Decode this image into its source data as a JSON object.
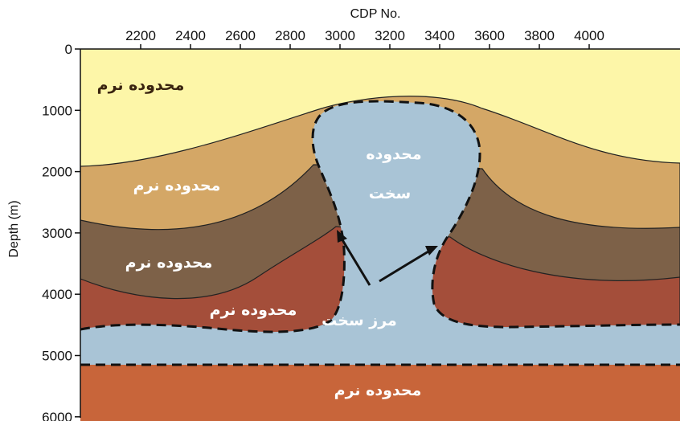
{
  "x_axis": {
    "title": "CDP No.",
    "ticks": [
      "2200",
      "2400",
      "2600",
      "2800",
      "3000",
      "3200",
      "3400",
      "3600",
      "3800",
      "4000"
    ]
  },
  "y_axis": {
    "title": "Depth (m)",
    "ticks": [
      "0",
      "1000",
      "2000",
      "3000",
      "4000",
      "5000",
      "6000"
    ]
  },
  "labels": {
    "soft_top": "محدوده نرم",
    "soft_layer2": "محدوده نرم",
    "soft_layer3": "محدوده نرم",
    "soft_layer4": "محدوده نرم",
    "hard_line1": "محدوده",
    "hard_line2": "سخت",
    "hard_boundary": "مرز سخت",
    "soft_bottom": "محدوده نرم"
  },
  "colors": {
    "soft_top": "#fdf6a8",
    "soft_layer2": "#d4a766",
    "soft_layer3": "#7d6148",
    "soft_layer4": "#a44e3a",
    "hard": "#a9c4d6",
    "soft_bottom": "#c8653a",
    "label_dark": "#3a2410",
    "label_light": "#ffffff"
  }
}
